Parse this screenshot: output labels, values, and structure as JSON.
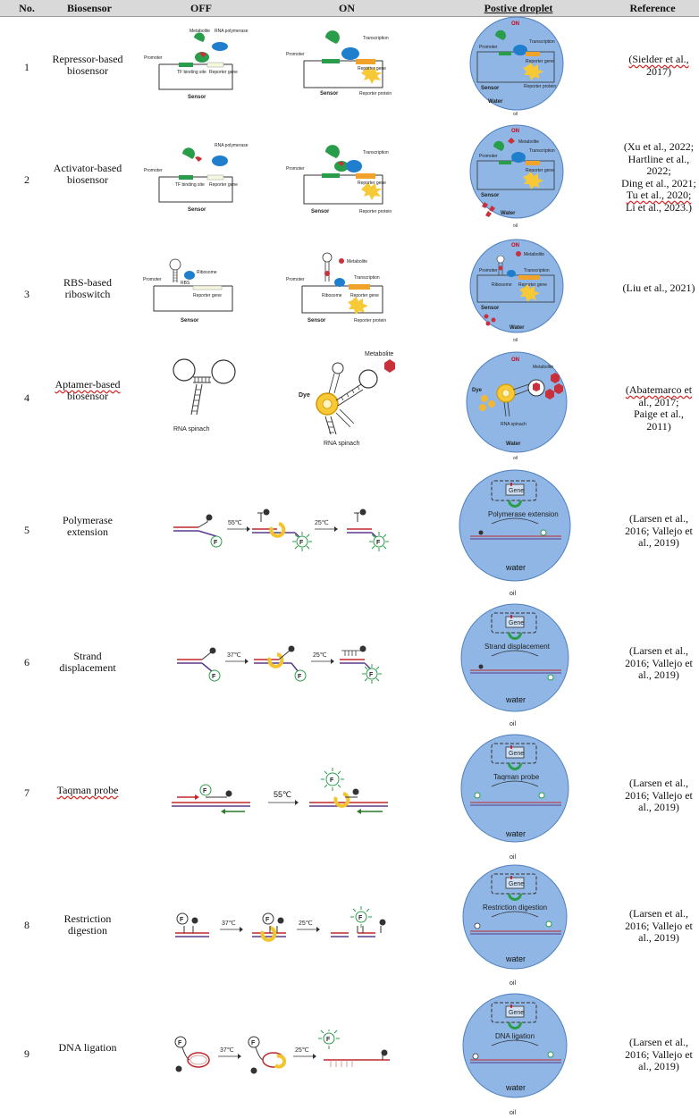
{
  "header": {
    "no": "No.",
    "biosensor": "Biosensor",
    "off": "OFF",
    "on": "ON",
    "droplet": "Postive droplet",
    "reference": "Reference"
  },
  "labels": {
    "promoter": "Promoter",
    "metabolite": "Metabolite",
    "rna_polymerase": "RNA polymerase",
    "tf_binding_site": "TF binding site",
    "reporter_gene": "Reporter gene",
    "sensor": "Sensor",
    "transcription": "Transcription",
    "reporter_protein": "Reporter protein",
    "ribosome": "Ribosome",
    "rbs": "RBS",
    "rna_spinach": "RNA spinach",
    "dye": "Dye",
    "water": "water",
    "water_cap": "Water",
    "oil": "oil",
    "on_tag": "ON",
    "gene": "Gene",
    "f": "F",
    "temp_55": "55℃",
    "temp_37": "37℃",
    "temp_25": "25℃"
  },
  "rows": [
    {
      "no": "1",
      "biosensor": [
        "Repressor-based",
        "biosensor"
      ],
      "reference": [
        "(Sielder et al.,",
        "2017)"
      ],
      "droplet_caption": ""
    },
    {
      "no": "2",
      "biosensor": [
        "Activator-based",
        "biosensor"
      ],
      "reference": [
        "(Xu et al., 2022;",
        "Hartline et al.,",
        "2022;",
        "Ding et al., 2021;",
        "Tu et al., 2020;",
        "Li et al., 2023.)"
      ],
      "droplet_caption": ""
    },
    {
      "no": "3",
      "biosensor": [
        "RBS-based",
        "riboswitch"
      ],
      "reference": [
        "(Liu et al., 2021)"
      ],
      "droplet_caption": ""
    },
    {
      "no": "4",
      "biosensor": [
        "Aptamer-based",
        "biosensor"
      ],
      "reference": [
        "(Abatemarco et",
        "al., 2017;",
        "Paige et al.,",
        "2011)"
      ],
      "droplet_caption": ""
    },
    {
      "no": "5",
      "biosensor": [
        "Polymerase",
        "extension"
      ],
      "reference": [
        "(Larsen et al.,",
        "2016; Vallejo et",
        "al., 2019)"
      ],
      "droplet_caption": "Polymerase extension"
    },
    {
      "no": "6",
      "biosensor": [
        "Strand",
        "displacement"
      ],
      "reference": [
        "(Larsen et al.,",
        "2016; Vallejo et",
        "al., 2019)"
      ],
      "droplet_caption": "Strand displacement"
    },
    {
      "no": "7",
      "biosensor": [
        "Taqman probe"
      ],
      "reference": [
        "(Larsen et al.,",
        "2016; Vallejo et",
        "al., 2019)"
      ],
      "droplet_caption": "Taqman probe"
    },
    {
      "no": "8",
      "biosensor": [
        "Restriction",
        "digestion"
      ],
      "reference": [
        "(Larsen et al.,",
        "2016; Vallejo et",
        "al., 2019)"
      ],
      "droplet_caption": "Restriction digestion"
    },
    {
      "no": "9",
      "biosensor": [
        "DNA ligation"
      ],
      "reference": [
        "(Larsen et al.,",
        "2016; Vallejo et",
        "al., 2019)"
      ],
      "droplet_caption": "DNA ligation"
    }
  ],
  "colors": {
    "header_bg": "#d9d9d9",
    "droplet_fill": "#8fb6e4",
    "droplet_edge": "#4f7fc0",
    "green": "#2a9d4a",
    "blue": "#1f7fcc",
    "orange": "#f0a22a",
    "red_metabolite": "#c8313c",
    "dna_red": "#c0282d",
    "dna_purple": "#5b3a8c"
  }
}
